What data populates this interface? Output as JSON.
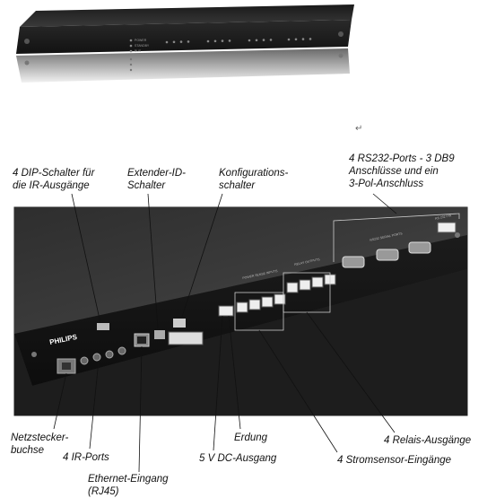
{
  "top_device": {
    "left_labels": [
      "POWER",
      "STANDBY",
      "BUS"
    ]
  },
  "paragraph_mark": "↵",
  "panel": {
    "brand": "PHILIPS",
    "section_labels": [
      "POWER SENSE INPUTS",
      "RELAY OUTPUTS",
      "RS232 SERIAL PORTS",
      "RS 232 PIN"
    ]
  },
  "callouts": {
    "dip_switches": [
      "4 DIP-Schalter für",
      "die IR-Ausgänge"
    ],
    "extender_id": [
      "Extender-ID-",
      "Schalter"
    ],
    "config_switch": [
      "Konfigurations-",
      "schalter"
    ],
    "rs232_ports": [
      "4 RS232-Ports - 3 DB9",
      "Anschlüsse und ein",
      "3-Pol-Anschluss"
    ],
    "power_socket": [
      "Netzstecker-",
      "buchse"
    ],
    "ir_ports": "4 IR-Ports",
    "ethernet": [
      "Ethernet-Eingang",
      "(RJ45)"
    ],
    "dc_out": "5 V DC-Ausgang",
    "ground": "Erdung",
    "relay_outputs": "4 Relais-Ausgänge",
    "power_sensor": "4 Stromsensor-Eingänge"
  }
}
